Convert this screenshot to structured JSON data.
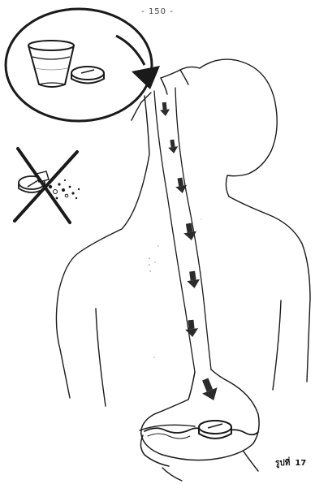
{
  "page": {
    "number": "- 150 -"
  },
  "figure": {
    "caption_word": "รูปที่",
    "caption_number": "17"
  },
  "colors": {
    "ink": "#1a1a1a",
    "arrow": "#2b2b2b",
    "paper": "#ffffff"
  },
  "icons": {
    "glass": "glass-of-water-icon",
    "tablet": "tablet-icon",
    "crushed_tablet": "crushed-tablet-icon",
    "prohibition": "cross-out-icon",
    "flow_arrow": "down-arrow-icon"
  }
}
